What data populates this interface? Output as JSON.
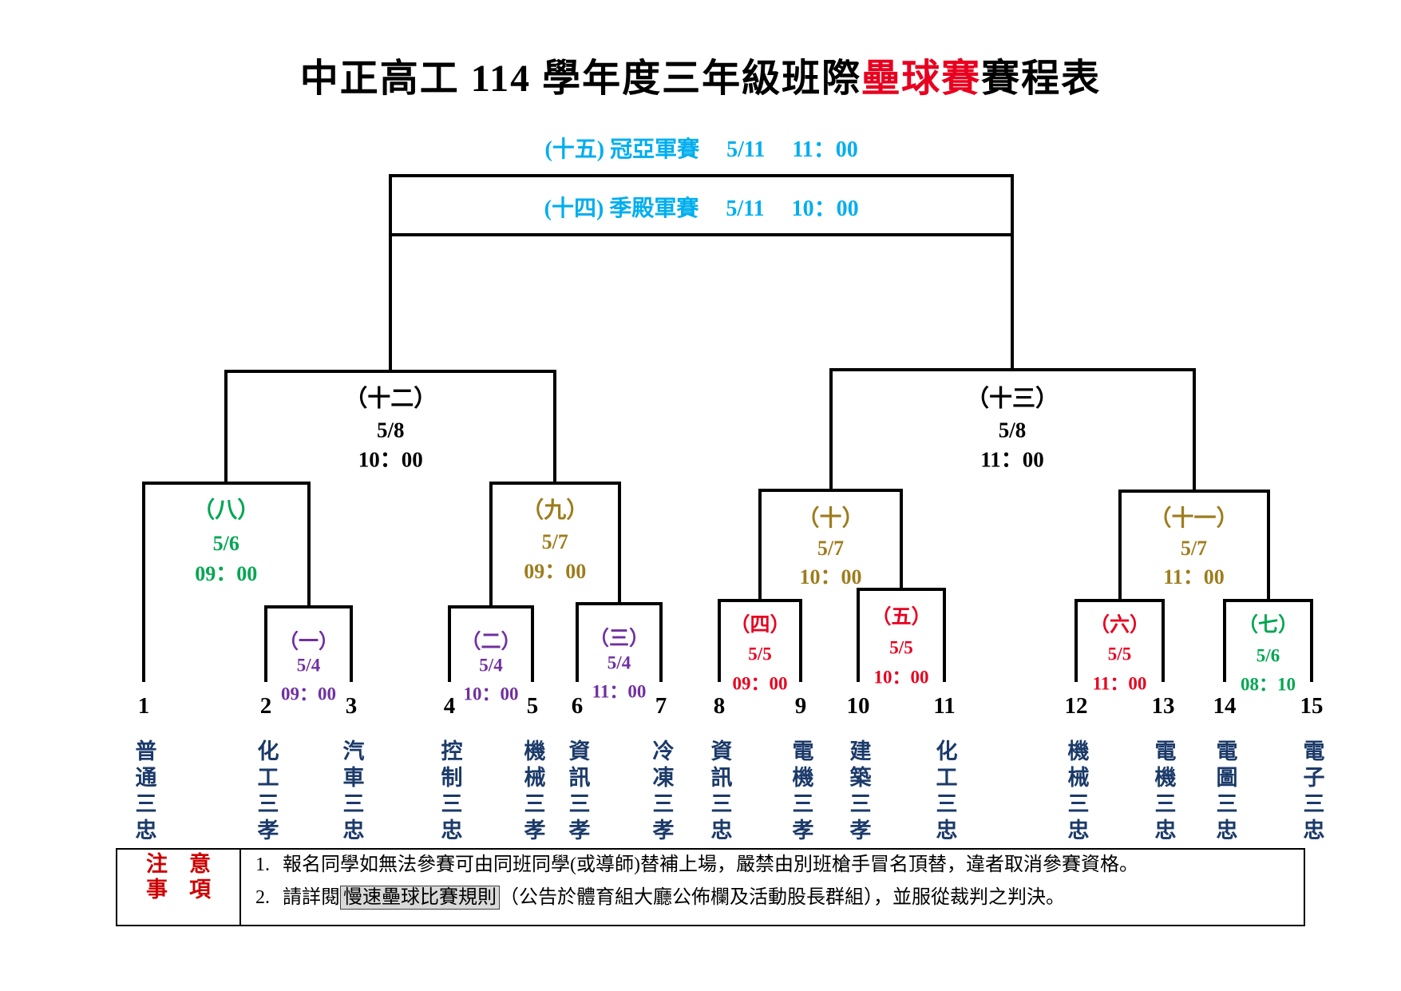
{
  "title": {
    "part1": "中正高工 114 學年度三年級班際",
    "highlight": "壘球賽",
    "part2": "賽程表"
  },
  "colors": {
    "cyan": "#00AEEF",
    "green": "#00A651",
    "gold": "#9E7C1E",
    "purple": "#7030A0",
    "red": "#E8001F",
    "black": "#000000",
    "navy": "#1B3A69",
    "title_red": "#E8001F",
    "notes_red": "#CC0000",
    "highlight_bg": "#D9D9D9"
  },
  "finals": [
    {
      "label": "(十五) 冠亞軍賽",
      "date": "5/11",
      "time": "11：00",
      "color": "cyan"
    },
    {
      "label": "(十四) 季殿軍賽",
      "date": "5/11",
      "time": "10：00",
      "color": "cyan"
    }
  ],
  "matches": [
    {
      "id": "m1",
      "label": "（一）",
      "date": "5/4",
      "time": "09：00",
      "color": "purple"
    },
    {
      "id": "m2",
      "label": "（二）",
      "date": "5/4",
      "time": "10：00",
      "color": "purple"
    },
    {
      "id": "m3",
      "label": "（三）",
      "date": "5/4",
      "time": "11：00",
      "color": "purple"
    },
    {
      "id": "m4",
      "label": "（四）",
      "date": "5/5",
      "time": "09：00",
      "color": "red"
    },
    {
      "id": "m5",
      "label": "（五）",
      "date": "5/5",
      "time": "10：00",
      "color": "red"
    },
    {
      "id": "m6",
      "label": "（六）",
      "date": "5/5",
      "time": "11：00",
      "color": "red"
    },
    {
      "id": "m7",
      "label": "（七）",
      "date": "5/6",
      "time": "08：10",
      "color": "green"
    },
    {
      "id": "m8",
      "label": "（八）",
      "date": "5/6",
      "time": "09：00",
      "color": "green"
    },
    {
      "id": "m9",
      "label": "（九）",
      "date": "5/7",
      "time": "09：00",
      "color": "gold"
    },
    {
      "id": "m10",
      "label": "（十）",
      "date": "5/7",
      "time": "10：00",
      "color": "gold"
    },
    {
      "id": "m11",
      "label": "（十一）",
      "date": "5/7",
      "time": "11：00",
      "color": "gold"
    },
    {
      "id": "m12",
      "label": "（十二）",
      "date": "5/8",
      "time": "10：00",
      "color": "black"
    },
    {
      "id": "m13",
      "label": "（十三）",
      "date": "5/8",
      "time": "11：00",
      "color": "black"
    }
  ],
  "teams": [
    {
      "seed": "1",
      "name": "普通三忠"
    },
    {
      "seed": "2",
      "name": "化工三孝"
    },
    {
      "seed": "3",
      "name": "汽車三忠"
    },
    {
      "seed": "4",
      "name": "控制三忠"
    },
    {
      "seed": "5",
      "name": "機械三孝"
    },
    {
      "seed": "6",
      "name": "資訊三孝"
    },
    {
      "seed": "7",
      "name": "冷凍三孝"
    },
    {
      "seed": "8",
      "name": "資訊三忠"
    },
    {
      "seed": "9",
      "name": "電機三孝"
    },
    {
      "seed": "10",
      "name": "建築三孝"
    },
    {
      "seed": "11",
      "name": "化工三忠"
    },
    {
      "seed": "12",
      "name": "機械三忠"
    },
    {
      "seed": "13",
      "name": "電機三忠"
    },
    {
      "seed": "14",
      "name": "電圖三忠"
    },
    {
      "seed": "15",
      "name": "電子三忠"
    }
  ],
  "notes": {
    "header_line1": "注　意",
    "header_line2": "事　項",
    "item1_num": "1.",
    "item1_text": "報名同學如無法參賽可由同班同學(或導師)替補上場，嚴禁由別班槍手冒名頂替，違者取消參賽資格。",
    "item2_num": "2.",
    "item2_pre": "請詳閱",
    "item2_highlight": "慢速壘球比賽規則",
    "item2_post": "（公告於體育組大廳公佈欄及活動股長群組），並服從裁判之判決。"
  }
}
